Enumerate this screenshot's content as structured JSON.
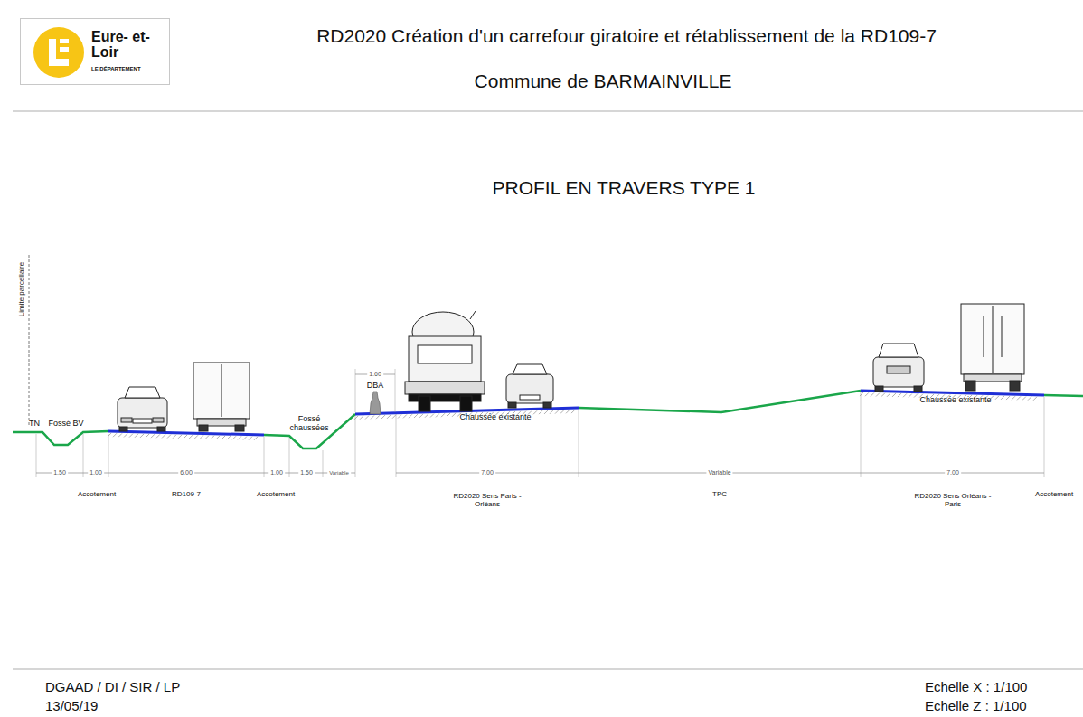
{
  "diagram": {
    "title": "RD2020 Création d'un carrefour giratoire et rétablissement de la RD109-7",
    "nodes": [
      {
        "text": [
          "Eure- et-Loir",
          "LE DÉPARTEMENT"
        ]
      }
    ],
    "labels": [
      "Commune de BARMAINVILLE",
      "PROFIL EN TRAVERS TYPE 1",
      "Limite parcellaire",
      "TN",
      "Fossé BV",
      "Fossé chaussées",
      "DBA",
      "1.60",
      "Chaussée existante",
      "Chaussée existante",
      "1.50",
      "1.00",
      "6.00",
      "1.00",
      "1.50",
      "Variable",
      "7.00",
      "Variable",
      "7.00",
      "Accotement",
      "RD109-7",
      "Accotement",
      "RD2020 Sens Paris - Orléans",
      "TPC",
      "RD2020 Sens Orléans - Paris",
      "Accotement",
      "DGAAD / DI / SIR / LP",
      "13/05/19",
      "Echelle X : 1/100",
      "Echelle Z : 1/100"
    ]
  }
}
